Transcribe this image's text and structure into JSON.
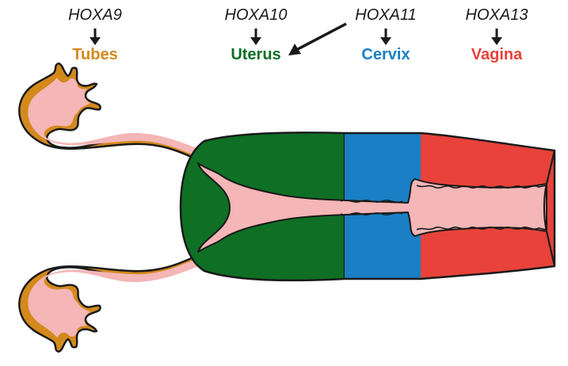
{
  "genes": [
    {
      "id": "a9",
      "gene": "HOXA9",
      "organ": "Tubes",
      "color": "#d4891c"
    },
    {
      "id": "a10",
      "gene": "HOXA10",
      "organ": "Uterus",
      "color": "#0e6f25"
    },
    {
      "id": "a11",
      "gene": "HOXA11",
      "organ": "Cervix",
      "color": "#1a7fc4"
    },
    {
      "id": "a13",
      "gene": "HOXA13",
      "organ": "Vagina",
      "color": "#e8423a"
    }
  ],
  "colors": {
    "tube_outline": "#d4891c",
    "lumen": "#f4b6b6",
    "uterus": "#0e6f25",
    "cervix": "#1a7fc4",
    "vagina": "#e8423a",
    "stroke": "#1a1a1a"
  }
}
